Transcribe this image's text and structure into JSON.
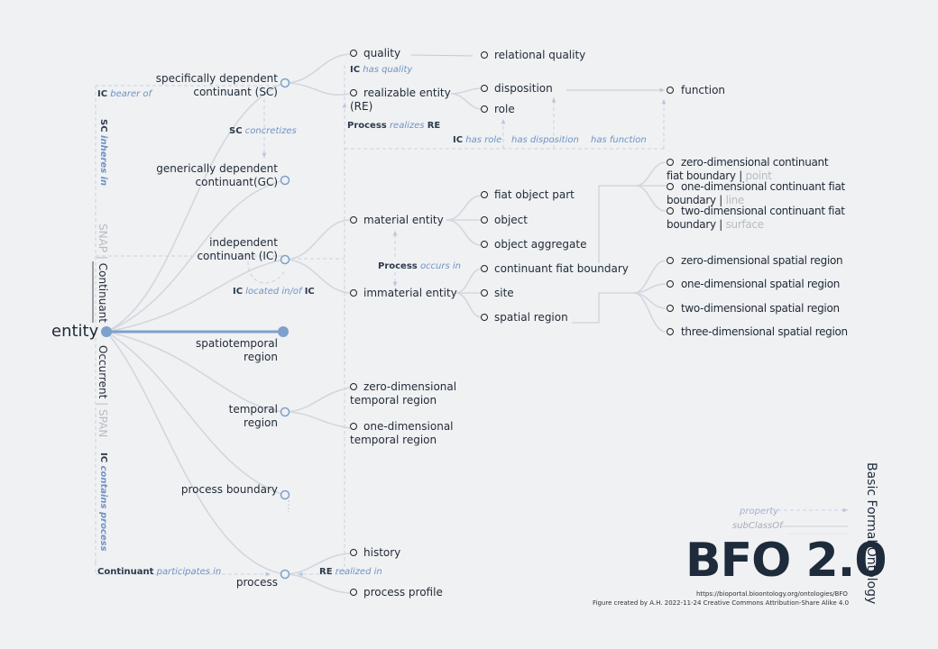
{
  "root": "entity",
  "continuant_nodes": {
    "sdc": "specifically dependent continuant (SC)",
    "gdc": "generically dependent continuant(GC)",
    "ic": "independent continuant (IC)"
  },
  "occurrent_nodes": {
    "str": "spatiotemporal region",
    "tr": "temporal region",
    "pb": "process boundary",
    "process": "process"
  },
  "leaves": {
    "quality": "quality",
    "rel_quality": "relational quality",
    "realizable": "realizable entity (RE)",
    "disposition": "disposition",
    "role": "role",
    "function": "function",
    "material": "material entity",
    "fiat_object_part": "fiat object part",
    "object": "object",
    "object_aggregate": "object aggregate",
    "immaterial": "immaterial entity",
    "cfb": "continuant fiat boundary",
    "site": "site",
    "spatial_region": "spatial region",
    "zd_cfb": "zero-dimensional continuant fiat boundary",
    "zd_cfb_alt": "point",
    "od_cfb": "one-dimensional continuant fiat boundary",
    "od_cfb_alt": "line",
    "td_cfb": "two-dimensional continuant fiat boundary",
    "td_cfb_alt": "surface",
    "zd_sr": "zero-dimensional spatial region",
    "od_sr": "one-dimensional spatial region",
    "td_sr": "two-dimensional spatial region",
    "thd_sr": "three-dimensional spatial region",
    "zd_tr": "zero-dimensional temporal region",
    "od_tr": "one-dimensional temporal region",
    "history": "history",
    "process_profile": "process profile"
  },
  "relations": {
    "ic_bearer": {
      "s": "IC",
      "p": "bearer of"
    },
    "ic_quality": {
      "s": "IC",
      "p": "has quality"
    },
    "sc_concretizes": {
      "s": "SC",
      "p": "concretizes"
    },
    "proc_realizes": {
      "s": "Process",
      "p": "realizes",
      "o": "RE"
    },
    "ic_role": {
      "s": "IC",
      "p": "has role"
    },
    "has_disp": {
      "p": "has disposition"
    },
    "has_func": {
      "p": "has function"
    },
    "proc_occurs": {
      "s": "Process",
      "p": "occurs in"
    },
    "ic_located": {
      "s": "IC",
      "p": "located in/of",
      "o": "IC"
    },
    "cont_participates": {
      "s": "Continuant",
      "p": "participates in"
    },
    "re_realized": {
      "s": "RE",
      "p": "realized in"
    },
    "sc_inheres": {
      "s": "SC",
      "p": "inheres in"
    },
    "ic_contains": {
      "s": "IC",
      "p": "contains process"
    }
  },
  "axis": {
    "snap": "SNAP",
    "sep1": "|",
    "continuant": "Continuant",
    "occurrent": "Occurrent",
    "sep2": "|",
    "span": "SPAN"
  },
  "legend": {
    "property": "property",
    "subclass": "subClassOf"
  },
  "footer": {
    "logo": "BFO 2.0",
    "subtitle": "Basic Formal Ontology",
    "url": "https://bioportal.bioontology.org/ontologies/BFO",
    "credit": "Figure created by A.H. 2022-11-24 Creative Commons Attribution-Share Alike 4.0"
  },
  "colors": {
    "accent": "#6e93c4",
    "edge": "#c9cfd8",
    "text": "#1f2a36",
    "muted": "#b7bcc3"
  }
}
